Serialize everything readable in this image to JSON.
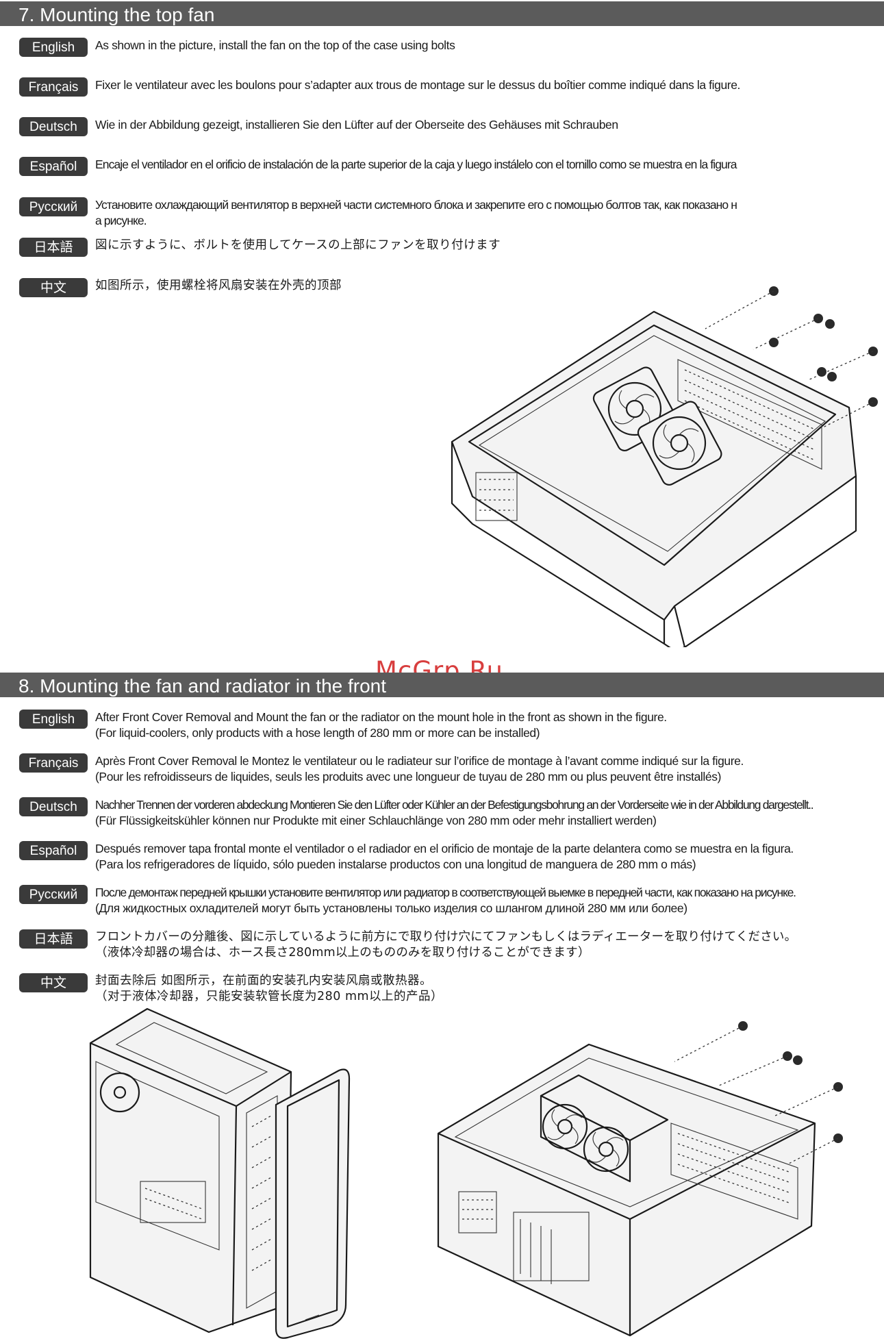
{
  "section7": {
    "title": "7. Mounting the top fan",
    "rows": [
      {
        "lang": "English",
        "lines": [
          "As shown in the picture, install the fan on the top of the case using bolts"
        ]
      },
      {
        "lang": "Français",
        "lines": [
          "Fixer le ventilateur avec les boulons pour s’adapter aux trous de montage sur le dessus du boîtier comme indiqué dans la figure."
        ]
      },
      {
        "lang": "Deutsch",
        "lines": [
          "Wie in der Abbildung gezeigt, installieren Sie den Lüfter auf der Oberseite des Gehäuses mit Schrauben"
        ]
      },
      {
        "lang": "Español",
        "lines": [
          "Encaje el ventilador en el orificio de instalación de la parte superior de la caja y luego instálelo con el tornillo como se muestra en la figura"
        ]
      },
      {
        "lang": "Русский",
        "lines": [
          "Установите охлаждающий вентилятор в верхней части системного блока и закрепите его с помощью болтов так, как показано н",
          "а рисунке."
        ]
      },
      {
        "lang": "日本語",
        "lines": [
          "図に示すように、ボルトを使用してケースの上部にファンを取り付けます"
        ]
      },
      {
        "lang": "中文",
        "lines": [
          "如图所示，使用螺栓将风扇安装在外壳的顶部"
        ]
      }
    ]
  },
  "section8": {
    "title": "8. Mounting the fan and radiator in the front",
    "rows": [
      {
        "lang": "English",
        "lines": [
          "After Front Cover Removal and Mount the fan or the radiator on the mount hole in the front as shown in the figure.",
          "(For liquid-coolers, only products with a hose length of 280 mm or more can be installed)"
        ]
      },
      {
        "lang": "Français",
        "lines": [
          "Après Front Cover Removal le Montez le ventilateur ou le radiateur sur l’orifice de montage à l’avant comme indiqué sur la figure.",
          "(Pour les refroidisseurs de liquides, seuls les produits avec une longueur de tuyau de 280 mm ou plus peuvent être installés)"
        ]
      },
      {
        "lang": "Deutsch",
        "lines": [
          "Nachher Trennen der vorderen abdeckung Montieren Sie den Lüfter oder Kühler an der Befestigungsbohrung an der Vorderseite wie in der Abbildung dargestellt..",
          "(Für Flüssigkeitskühler können nur Produkte mit einer Schlauchlänge von 280 mm oder mehr installiert werden)"
        ]
      },
      {
        "lang": "Español",
        "lines": [
          "Después remover tapa frontal monte el ventilador o el radiador en el orificio de montaje de la parte delantera como se muestra en la figura.",
          "(Para los refrigeradores de líquido, sólo pueden instalarse productos con una longitud de manguera de 280 mm o más)"
        ]
      },
      {
        "lang": "Русский",
        "lines": [
          "После демонтаж передней крышки установите вентилятор или радиатор в соответствующей выемке в передней части, как показано на рисунке.",
          "(Для жидкостных охладителей могут быть установлены только изделия со шлангом длиной 280 мм или более)"
        ]
      },
      {
        "lang": "日本語",
        "lines": [
          "フロントカバーの分離後、図に示しているように前方にで取り付け穴にてファンもしくはラディエーターを取り付けてください。",
          "（液体冷却器の場合は、ホース長さ280mm以上のもののみを取り付けることができます）"
        ]
      },
      {
        "lang": "中文",
        "lines": [
          "封面去除后 如图所示，在前面的安装孔内安装风扇或散热器。",
          "（对于液体冷却器，只能安装软管长度为280 mm以上的产品）"
        ]
      }
    ]
  },
  "watermark": "McGrp.Ru",
  "colors": {
    "bar": "#5b5b5b",
    "badge": "#3a3a3a",
    "watermark": "#d42a2a"
  }
}
